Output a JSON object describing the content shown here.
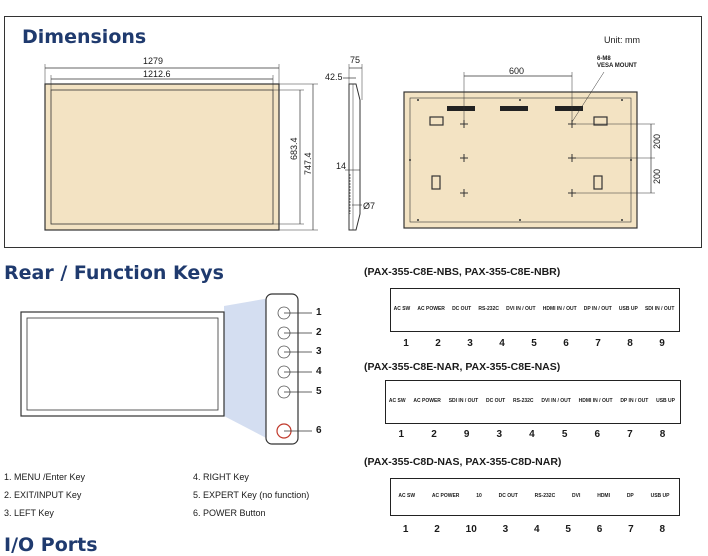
{
  "dimensions": {
    "title": "Dimensions",
    "unit": "Unit: mm",
    "front": {
      "w_outer": "1279",
      "w_inner": "1212.6",
      "h_inner": "683.4",
      "h_outer": "747.4"
    },
    "side": {
      "depth": "75",
      "bezel": "42.5",
      "foot": "14",
      "hole": "Ø7"
    },
    "back": {
      "vesa_w": "600",
      "vesa_label_1": "6-M8",
      "vesa_label_2": "VESA MOUNT",
      "v1": "200",
      "v2": "200"
    }
  },
  "rear": {
    "title": "Rear / Function Keys",
    "key_numbers": [
      "1",
      "2",
      "3",
      "4",
      "5",
      "6"
    ],
    "key_list": [
      "1. MENU /Enter Key",
      "2. EXIT/INPUT Key",
      "3. LEFT Key",
      "4. RIGHT Key",
      "5. EXPERT Key (no function)",
      "6. POWER Button"
    ]
  },
  "io_panels": [
    {
      "model": "(PAX-355-C8E-NBS, PAX-355-C8E-NBR)",
      "ports": [
        "AC SW",
        "AC POWER",
        "DC OUT",
        "RS-232C",
        "DVI IN / OUT",
        "HDMI IN / OUT",
        "DP IN / OUT",
        "USB UP",
        "SDI IN / OUT"
      ],
      "numbers": [
        "1",
        "2",
        "3",
        "4",
        "5",
        "6",
        "7",
        "8",
        "9"
      ]
    },
    {
      "model": "(PAX-355-C8E-NAR, PAX-355-C8E-NAS)",
      "ports": [
        "AC SW",
        "AC POWER",
        "SDI IN / OUT",
        "DC OUT",
        "RS-232C",
        "DVI IN / OUT",
        "HDMI IN / OUT",
        "DP IN / OUT",
        "USB UP"
      ],
      "numbers": [
        "1",
        "2",
        "9",
        "3",
        "4",
        "5",
        "6",
        "7",
        "8"
      ]
    },
    {
      "model": "(PAX-355-C8D-NAS, PAX-355-C8D-NAR)",
      "ports": [
        "AC SW",
        "AC POWER",
        "10",
        "DC OUT",
        "RS-232C",
        "DVI",
        "HDMI",
        "DP",
        "USB UP"
      ],
      "numbers": [
        "1",
        "2",
        "10",
        "3",
        "4",
        "5",
        "6",
        "7",
        "8"
      ]
    }
  ],
  "io": {
    "title": "I/O Ports"
  },
  "colors": {
    "title_blue": "#1f3a6e",
    "panel_fill": "#f3e3c3",
    "light_blue": "#c9d6ee"
  }
}
